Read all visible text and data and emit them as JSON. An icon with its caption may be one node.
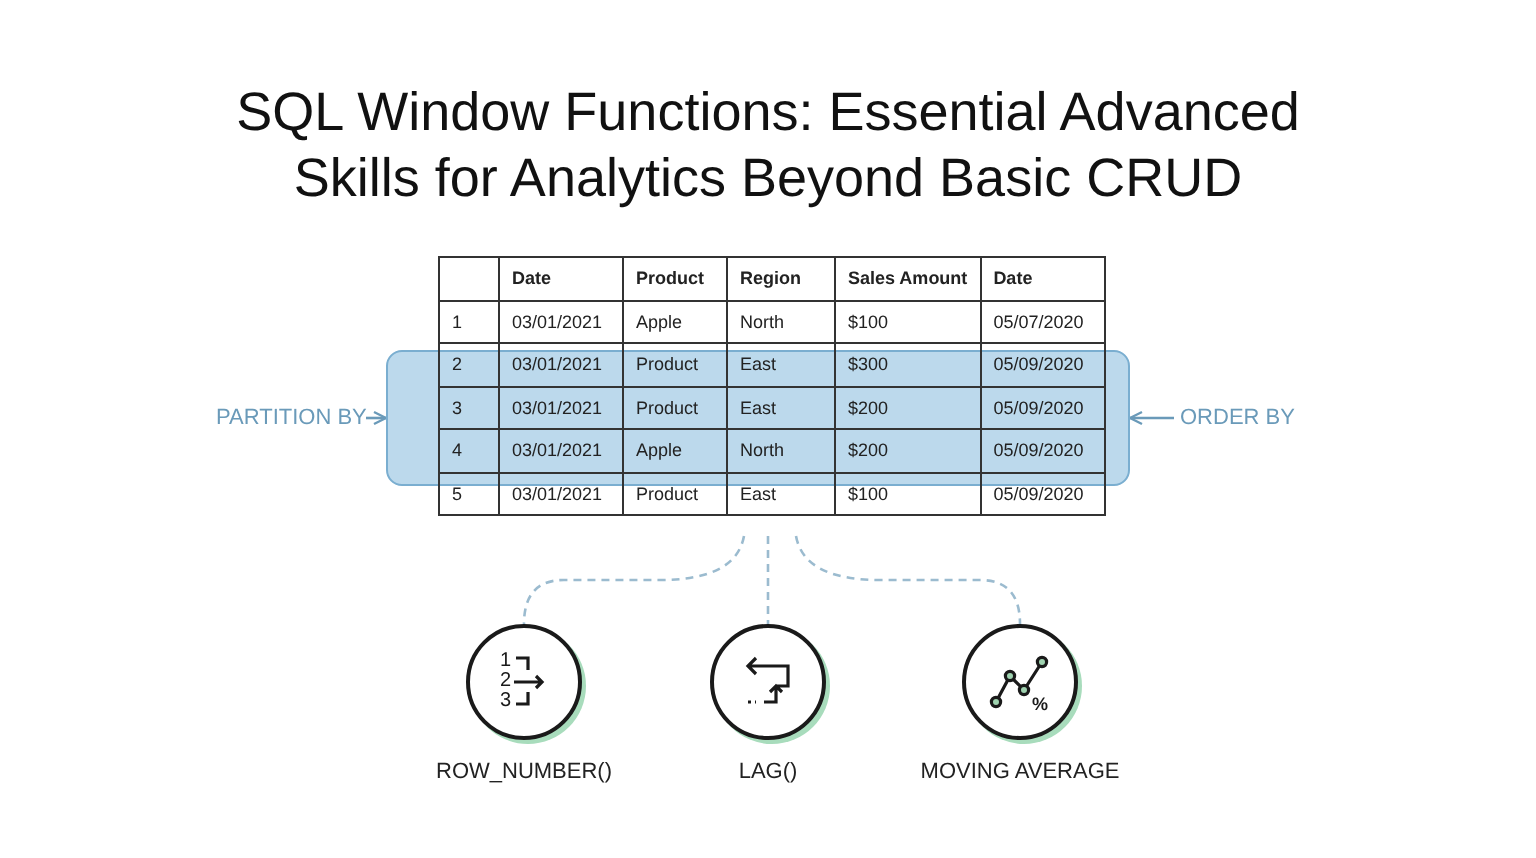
{
  "diagram": {
    "title": "SQL Window Functions: Essential Advanced Skills for Analytics Beyond Basic CRUD",
    "nodes": [
      {
        "text": [],
        "shape": "box"
      },
      {
        "text": [],
        "shape": "box"
      },
      {
        "text": [
          "PARTITION BY"
        ]
      },
      {
        "text": [
          "ORDER BY"
        ]
      },
      {
        "text": [
          "ROW_NUMBER()"
        ]
      },
      {
        "text": [
          "LAG()"
        ]
      },
      {
        "text": [
          "MOVING AVERAGE"
        ]
      }
    ],
    "edges": [
      {
        "from": 2,
        "to": 1,
        "arrow": "to"
      },
      {
        "from": 3,
        "to": 1,
        "arrow": "to"
      },
      {
        "from": 0,
        "to": 4,
        "arrow": "none",
        "style": "dashed"
      },
      {
        "from": 0,
        "to": 5,
        "arrow": "none",
        "style": "dashed"
      },
      {
        "from": 0,
        "to": 6,
        "arrow": "none",
        "style": "dashed"
      }
    ],
    "labels": [
      "Date",
      "Product",
      "Region",
      "Sales Amount",
      "Date",
      "1",
      "03/01/2021",
      "Apple",
      "North",
      "$100",
      "05/07/2020",
      "2",
      "03/01/2021",
      "Product",
      "East",
      "$300",
      "05/09/2020",
      "3",
      "03/01/2021",
      "Product",
      "East",
      "$200",
      "05/09/2020",
      "4",
      "03/01/2021",
      "Apple",
      "North",
      "$200",
      "05/09/2020",
      "5",
      "03/01/2021",
      "Product",
      "East",
      "$100",
      "05/09/2020",
      "1",
      "2",
      "3",
      "%"
    ]
  }
}
